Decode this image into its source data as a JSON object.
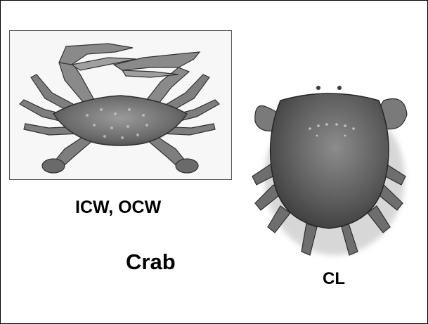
{
  "labels": {
    "widths": "ICW, OCW",
    "title": "Crab",
    "length": "CL"
  },
  "colors": {
    "border": "#000000",
    "text": "#000000",
    "crab_dark": "#3a3a3a",
    "crab_mid": "#7a7a7a",
    "crab_light": "#b8b8b8"
  }
}
